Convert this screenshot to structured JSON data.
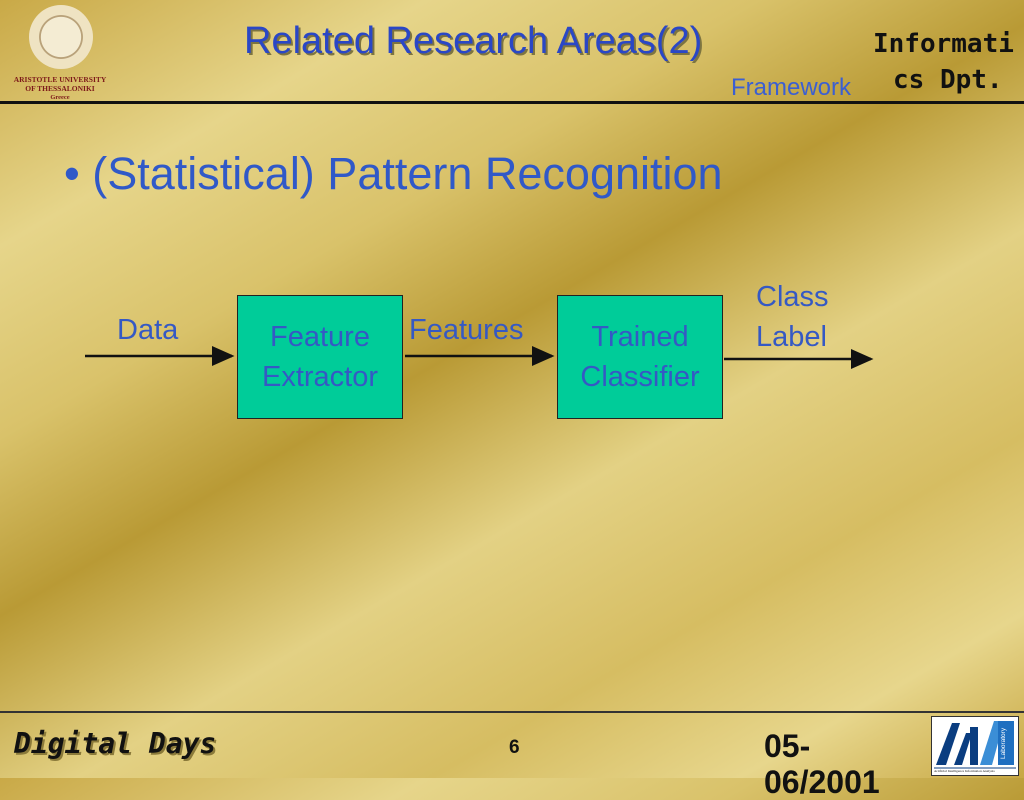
{
  "header": {
    "university": [
      "ARISTOTLE UNIVERSITY",
      "OF THESSALONIKI",
      "Greece"
    ],
    "title": "Related Research Areas(2)",
    "subtitle": "Framework",
    "dept_line1": "Informati",
    "dept_line2": "cs Dpt."
  },
  "body": {
    "bullet": "• (Statistical) Pattern Recognition"
  },
  "diagram": {
    "input_label": "Data",
    "box1": [
      "Feature",
      "Extractor"
    ],
    "mid_label": "Features",
    "box2": [
      "Trained",
      "Classifier"
    ],
    "output_label": [
      "Class",
      "Label"
    ]
  },
  "footer": {
    "left": "Digital Days",
    "page": "6",
    "date_line1": "05-",
    "date_line2": "06/2001",
    "lab_logo_text": "Laboratory",
    "lab_logo_caption": "Artificial Intelligence Information Analysis"
  },
  "colors": {
    "box_fill": "#00cc99",
    "text_blue": "#3559c4",
    "title_blue": "#2a47c6"
  }
}
